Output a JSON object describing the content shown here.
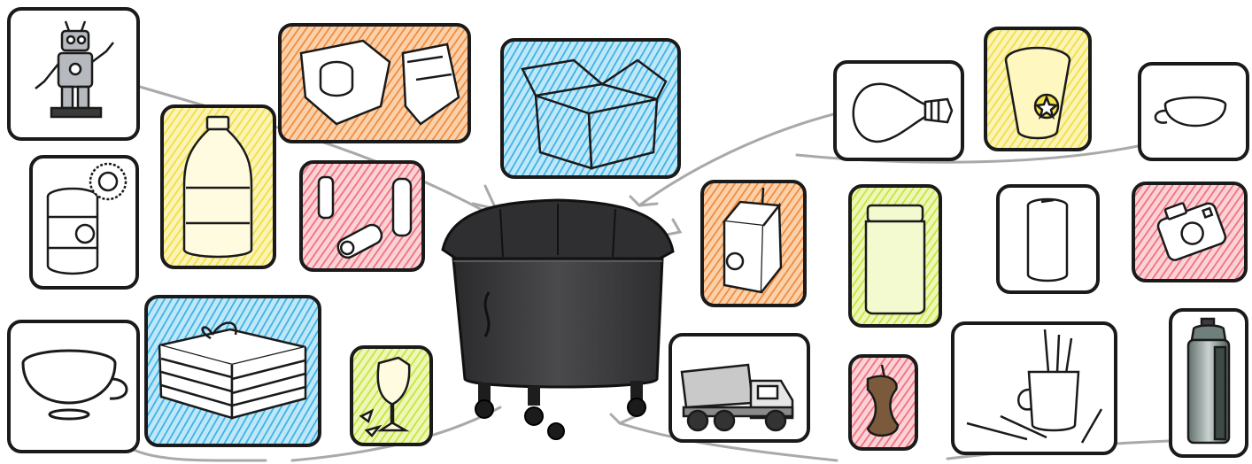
{
  "scene": {
    "center_item": "waste-container",
    "connector_color": "#a9a9a9",
    "frame_color": "#1a1a1a",
    "cards": [
      {
        "item": "robot-toy",
        "icon": "robot-icon",
        "fill": null
      },
      {
        "item": "crumpled-paper",
        "icon": "crumpled-paper-icon",
        "fill": "#f08a3a"
      },
      {
        "item": "cardboard-box",
        "icon": "box-icon",
        "fill": "#42b8e8"
      },
      {
        "item": "light-bulb",
        "icon": "light-bulb-icon",
        "fill": null
      },
      {
        "item": "plastic-cup",
        "icon": "cup-icon",
        "fill": "#f4e34a"
      },
      {
        "item": "tea-cup",
        "icon": "teacup-icon",
        "fill": null
      },
      {
        "item": "plastic-bottle",
        "icon": "bottle-icon",
        "fill": "#f4e84a"
      },
      {
        "item": "batteries",
        "icon": "battery-icon",
        "fill": "#f27a86"
      },
      {
        "item": "tin-can",
        "icon": "tin-can-icon",
        "fill": null
      },
      {
        "item": "juice-carton",
        "icon": "juice-carton-icon",
        "fill": "#f08a3a"
      },
      {
        "item": "glass-jar",
        "icon": "jar-icon",
        "fill": "#c9e83e"
      },
      {
        "item": "soda-can",
        "icon": "soda-can-icon",
        "fill": null
      },
      {
        "item": "toy-camera",
        "icon": "camera-icon",
        "fill": "#f27a86"
      },
      {
        "item": "bowl",
        "icon": "bowl-icon",
        "fill": null
      },
      {
        "item": "newspaper-stack",
        "icon": "newspaper-icon",
        "fill": "#42b8e8"
      },
      {
        "item": "broken-glass",
        "icon": "broken-glass-icon",
        "fill": "#e3ee52"
      },
      {
        "item": "toy-truck",
        "icon": "truck-icon",
        "fill": null
      },
      {
        "item": "apple-core",
        "icon": "apple-core-icon",
        "fill": "#f27a86"
      },
      {
        "item": "pencil-holder",
        "icon": "pencils-icon",
        "fill": null
      },
      {
        "item": "spray-can",
        "icon": "spray-can-icon",
        "fill": null
      }
    ]
  }
}
